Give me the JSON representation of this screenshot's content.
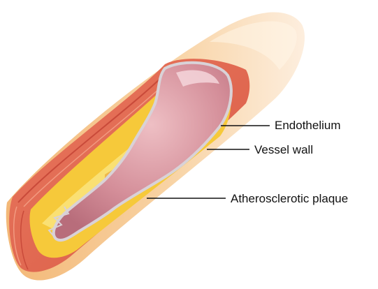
{
  "labels": {
    "endothelium": "Endothelium",
    "vessel_wall": "Vessel wall",
    "plaque": "Atherosclerotic plaque"
  },
  "colors": {
    "outer_tube": "#f5c48a",
    "outer_tube_highlight": "#fce3bf",
    "vessel_wall": "#e8705a",
    "vessel_wall_dark": "#c94a3a",
    "plaque": "#f7cf3c",
    "plaque_light": "#fbe57a",
    "lumen": "#cf8a96",
    "lumen_highlight": "#e9b8bd",
    "endothelium": "#d8d2d6",
    "leader_line": "#111111"
  }
}
